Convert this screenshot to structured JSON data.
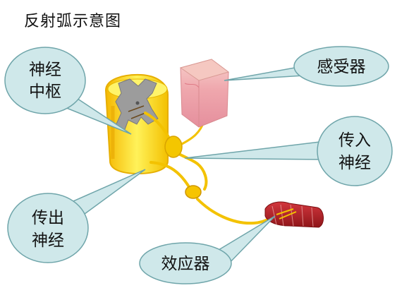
{
  "title": "反射弧示意图",
  "labels": {
    "center_line1": "神经",
    "center_line2": "中枢",
    "receptor": "感受器",
    "afferent_line1": "传入",
    "afferent_line2": "神经",
    "efferent_line1": "传出",
    "efferent_line2": "神经",
    "effector": "效应器"
  },
  "colors": {
    "callout_fill": "#cfe8ea",
    "callout_stroke": "#6fa5aa",
    "nerve": "#f3c200",
    "spinal_cord": "#f4d000",
    "gray_matter": "#9c9c9c",
    "skin": "#f2b7b4",
    "muscle": "#b8232a"
  }
}
